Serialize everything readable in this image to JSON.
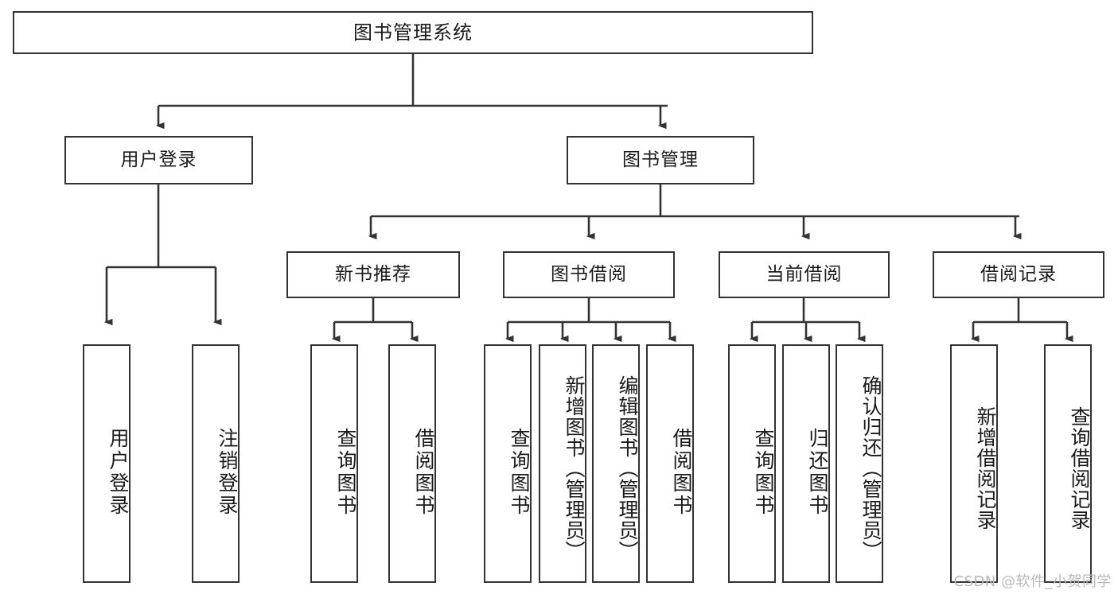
{
  "diagram": {
    "title": "图书管理系统",
    "watermark": "CSDN @软件_小贺同学",
    "levels": {
      "root": "图书管理系统",
      "level2": [
        "用户登录",
        "图书管理"
      ],
      "level3": [
        "新书推荐",
        "图书借阅",
        "当前借阅",
        "借阅记录"
      ]
    },
    "nodes": {
      "root": "图书管理系统",
      "user_login": "用户登录",
      "book_manage": "图书管理",
      "new_book_rec": "新书推荐",
      "book_borrow": "图书借阅",
      "current_borrow": "当前借阅",
      "borrow_record": "借阅记录",
      "leaf_user_login": "用户登录",
      "leaf_logout": "注销登录",
      "leaf_query_book_1": "查询图书",
      "leaf_borrow_book_1": "借阅图书",
      "leaf_query_book_2": "查询图书",
      "leaf_add_book_admin": "新增图书（管理员）",
      "leaf_edit_book_admin": "编辑图书（管理员）",
      "leaf_borrow_book_2": "借阅图书",
      "leaf_query_book_3": "查询图书",
      "leaf_return_book": "归还图书",
      "leaf_confirm_return_admin": "确认归还（管理员）",
      "leaf_add_record": "新增借阅记录",
      "leaf_query_record": "查询借阅记录"
    },
    "colors": {
      "border": "#333333",
      "background": "#ffffff",
      "text": "#1a1a1a",
      "watermark": "#b8b8b8"
    }
  }
}
